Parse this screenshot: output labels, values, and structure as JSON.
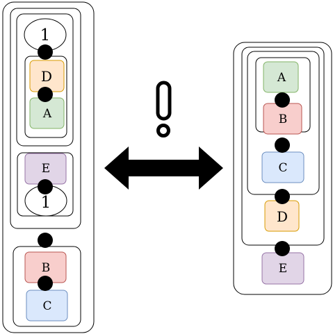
{
  "colors": {
    "A": "#d5e8d4",
    "B": "#f8cecc",
    "C": "#dae8fc",
    "D": "#ffe6cc",
    "E": "#e1d5e7"
  },
  "left": {
    "loop_top_label": "1",
    "node_d": "D",
    "node_a": "A",
    "node_e": "E",
    "loop_bottom_label": "1",
    "node_b": "B",
    "node_c": "C"
  },
  "middle": {
    "symbol": "!"
  },
  "right": {
    "node_a": "A",
    "node_b": "B",
    "node_c": "C",
    "node_d": "D",
    "node_e": "E"
  }
}
